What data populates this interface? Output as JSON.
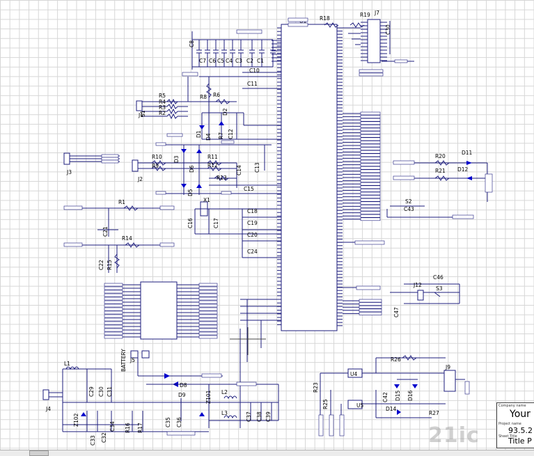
{
  "colors": {
    "wire": "#1c1c7c",
    "accent": "#0000cc",
    "grid": "#d6d6d6"
  },
  "title_block": {
    "company_label": "Company name",
    "company": "Your",
    "project_label": "Project name",
    "date": "93.5.2",
    "sheet_label": "Sheet Title",
    "title": "Title P"
  },
  "watermark": "21ic",
  "parts": {
    "U1": "U1",
    "J7": "J7",
    "R18": "R18",
    "R19": "R19",
    "C30": "C30",
    "C8": "C8",
    "C7": "C7",
    "C6": "C6",
    "C5": "C5",
    "C4": "C4",
    "C3": "C3",
    "C2": "C2",
    "C1": "C1",
    "C10": "C10",
    "C11": "C11",
    "R8": "R8",
    "R6": "R6",
    "R5": "R5",
    "R4": "R4",
    "R3": "R3",
    "R2": "R2",
    "J1": "J1",
    "S1": "S1",
    "D2": "D2",
    "D4": "D4",
    "D1": "D1",
    "R7": "R7",
    "C12": "C12",
    "J3": "J3",
    "R10": "R10",
    "D3": "D3",
    "D6": "D6",
    "R11": "R11",
    "R9": "R9",
    "R12": "R12",
    "C14": "C14",
    "C13": "C13",
    "J2": "J2",
    "D5": "D5",
    "R13": "R13",
    "C15": "C15",
    "R1": "R1",
    "X1": "X1",
    "C18": "C18",
    "C21": "C21",
    "C16": "C16",
    "C17": "C17",
    "C19": "C19",
    "C20": "C20",
    "R14": "R14",
    "C24": "C24",
    "C22": "C22",
    "R15": "R15",
    "R20": "R20",
    "D11": "D11",
    "R21": "R21",
    "D12": "D12",
    "S2": "S2",
    "C43": "C43",
    "C46": "C46",
    "J12": "J12",
    "S3": "S3",
    "C47": "C47",
    "L1": "L1",
    "BATTERY": "BATTERY",
    "J5": "J5",
    "D8": "D8",
    "C29": "C29",
    "C30b": "C30",
    "C31": "C31",
    "Z101": "Z101",
    "L2": "L2",
    "D9": "D9",
    "L3": "L3",
    "J4": "J4",
    "Z102": "Z102",
    "C33": "C33",
    "C32": "C32",
    "C34": "C34",
    "R16": "R16",
    "R17": "R17",
    "C35": "C35",
    "C36": "C36",
    "C37": "C37",
    "C38": "C38",
    "C39": "C39",
    "R26": "R26",
    "U4": "U4",
    "J9": "J9",
    "R23": "R23",
    "R25": "R25",
    "C42": "C42",
    "D15": "D15",
    "D16": "D16",
    "U5": "U5",
    "D14": "D14",
    "R27": "R27"
  }
}
